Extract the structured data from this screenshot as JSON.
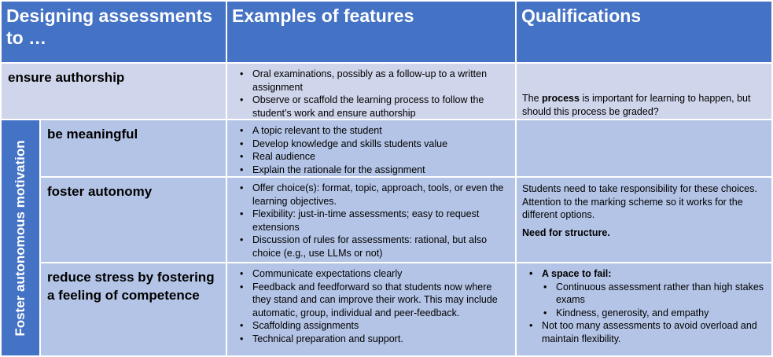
{
  "header": {
    "col1": "Designing assessments to …",
    "col2": "Examples of features",
    "col3": "Qualifications"
  },
  "side_label": "Foster autonomous motivation",
  "rows": [
    {
      "label": "ensure authorship",
      "features": [
        "Oral examinations, possibly as a follow-up to a written assignment",
        "Observe or scaffold the learning process to follow the student’s work and ensure authorship"
      ],
      "qual_pre": "The ",
      "qual_bold": "process",
      "qual_post": " is important for learning to happen, but should this process be graded?"
    },
    {
      "label": "be meaningful",
      "features": [
        "A topic relevant to the student",
        "Develop knowledge and skills students value",
        "Real audience",
        "Explain the rationale for the assignment"
      ]
    },
    {
      "label": "foster autonomy",
      "features": [
        "Offer choice(s): format, topic, approach, tools, or even the learning objectives.",
        "Flexibility: just-in-time assessments; easy to request extensions",
        "Discussion of rules for assessments: rational, but also choice (e.g., use LLMs or not)"
      ],
      "qual_text": "Students need to take responsibility for these choices. Attention to the marking scheme so it works for the different options.",
      "qual_bold": "Need for structure."
    },
    {
      "label": "reduce stress by fostering a feeling of competence",
      "features": [
        "Communicate expectations clearly",
        "Feedback and feedforward so that students now where they stand and can improve their work. This may include automatic, group, individual and peer-feedback.",
        "Scaffolding assignments",
        "Technical preparation and support."
      ],
      "qual_head": "A space to fail:",
      "qual_sub": [
        "Continuous assessment rather than high stakes exams",
        "Kindness, generosity, and empathy"
      ],
      "qual_last": "Not too many assessments to avoid overload and maintain flexibility."
    }
  ]
}
